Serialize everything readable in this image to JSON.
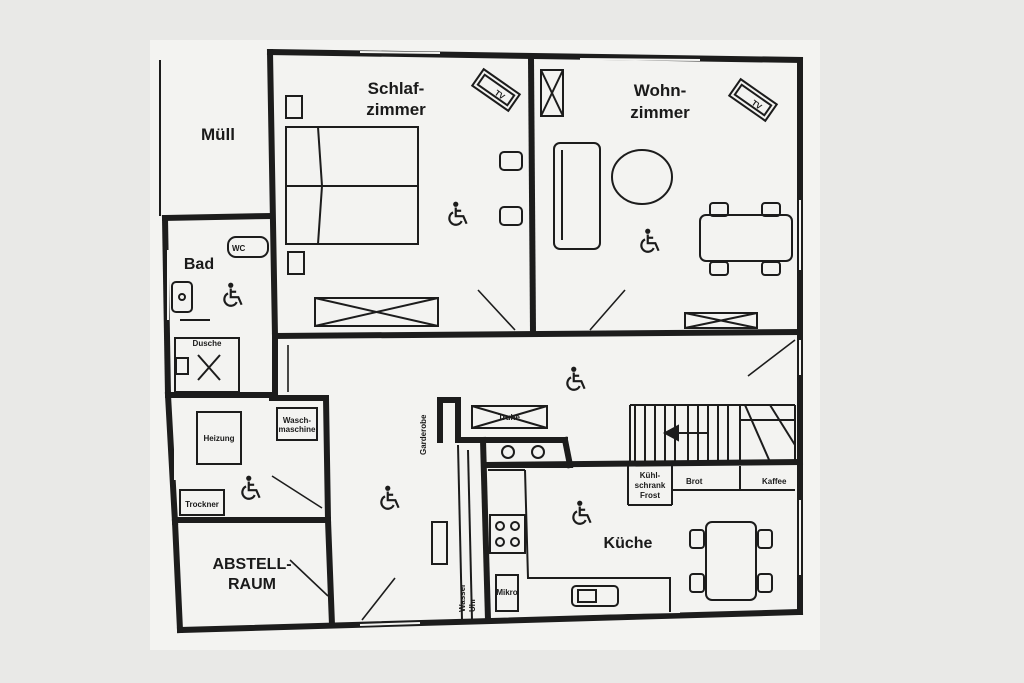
{
  "rooms": {
    "schlafzimmer": [
      "Schlaf-",
      "zimmer"
    ],
    "wohnzimmer": [
      "Wohn-",
      "zimmer"
    ],
    "muell": "Müll",
    "bad": "Bad",
    "kueche": "Küche",
    "abstellraum": [
      "ABSTELL-",
      "RAUM"
    ]
  },
  "fixtures": {
    "tv": "TV",
    "wc": "WC",
    "dusche": "Dusche",
    "heizung": "Heizung",
    "waschmaschine": [
      "Wasch-",
      "maschine"
    ],
    "trockner": "Trockner",
    "garderobe": "Garderobe",
    "truhe": "Truhe",
    "kuehlschrank": [
      "Kühl-",
      "schrank",
      "Frost"
    ],
    "brot": "Brot",
    "kaffee": "Kaffee",
    "mikro": "Mikro",
    "wasseruhr": [
      "Wasser",
      "Uhr"
    ]
  },
  "colors": {
    "wall": "#1c1c1c",
    "paper": "#f3f3f1",
    "background": "#e9e9e7"
  }
}
